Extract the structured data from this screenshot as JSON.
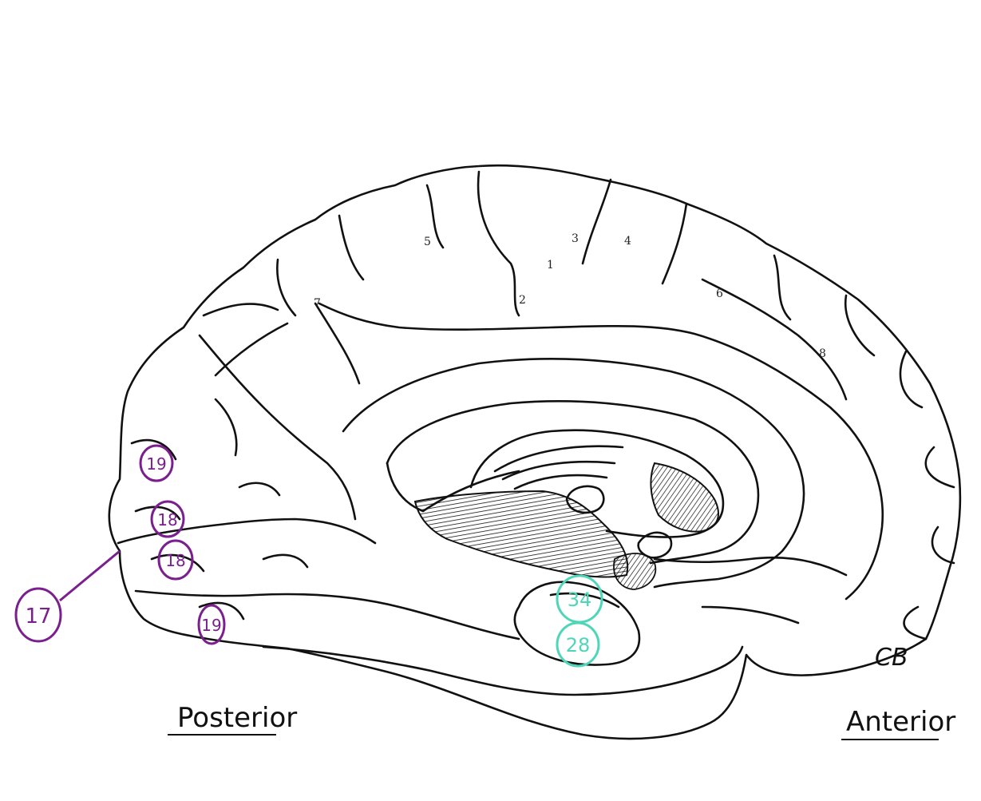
{
  "colors": {
    "ink": "#111111",
    "purple": "#7b1f8e",
    "teal": "#4fd6b8"
  },
  "sulcus_numbers": {
    "n1": "1",
    "n2": "2",
    "n3": "3",
    "n4": "4",
    "n5": "5",
    "n6": "6",
    "n7": "7",
    "n8": "8"
  },
  "purple_labels": {
    "l19_upper": "19",
    "l18_upper": "18",
    "l18_lower": "18",
    "l19_lower": "19",
    "l17": "17"
  },
  "teal_labels": {
    "l34": "34",
    "l28": "28"
  },
  "initials": "CB",
  "direction_labels": {
    "posterior": "Posterior",
    "anterior": "Anterior"
  }
}
